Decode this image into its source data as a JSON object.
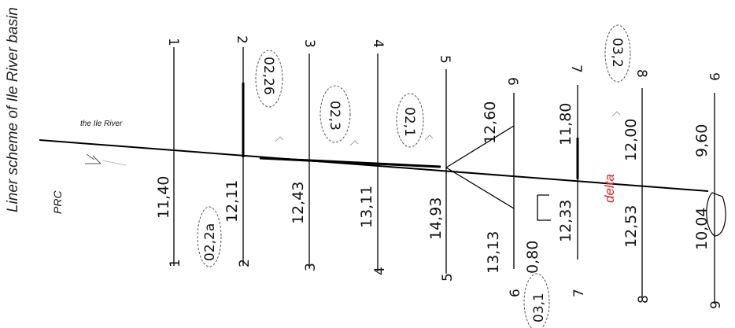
{
  "title": "Liner scheme of Ile River basin",
  "river_label": "the  Ile River",
  "origin_label": "PRC",
  "delta_label": "delta",
  "colors": {
    "line": "#000000",
    "delta": "#e02020",
    "dash": "#777777"
  },
  "sections": [
    {
      "id": "1",
      "top_label": "1",
      "bottom_label": "1",
      "upper_value": "",
      "lower_value": "11,40",
      "station": "02,2a"
    },
    {
      "id": "2",
      "top_label": "2",
      "bottom_label": "2",
      "upper_value": "",
      "lower_value": "12,11",
      "station": "02,26"
    },
    {
      "id": "3",
      "top_label": "3",
      "bottom_label": "3",
      "upper_value": "",
      "lower_value": "12,43",
      "station": "02,3"
    },
    {
      "id": "4",
      "top_label": "4",
      "bottom_label": "4",
      "upper_value": "",
      "lower_value": "13,11",
      "station": "02,1"
    },
    {
      "id": "5",
      "top_label": "5",
      "bottom_label": "5",
      "upper_value": "",
      "lower_value": "14,93",
      "station": ""
    },
    {
      "id": "6",
      "top_label": "6",
      "bottom_label": "6",
      "upper_value": "12,60",
      "lower_value": "13,13",
      "station": "03,1"
    },
    {
      "id": "7",
      "top_label": "7",
      "bottom_label": "7",
      "upper_value": "11,80",
      "lower_value": "12,33",
      "extra_value": "0,80",
      "station": "03,2"
    },
    {
      "id": "8",
      "top_label": "8",
      "bottom_label": "8",
      "upper_value": "12,00",
      "lower_value": "12,53",
      "station": ""
    },
    {
      "id": "9",
      "top_label": "9",
      "bottom_label": "9",
      "upper_value": "9,60",
      "lower_value": "10,04",
      "station": ""
    }
  ]
}
